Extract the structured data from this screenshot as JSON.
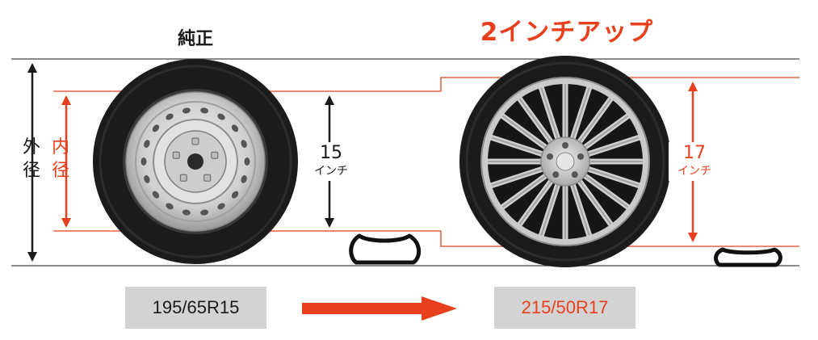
{
  "labels": {
    "standard": "純正",
    "upgrade": "2インチアップ",
    "outer_diameter": [
      "外",
      "径"
    ],
    "inner_diameter": [
      "内",
      "径"
    ]
  },
  "wheel_sizes": {
    "standard": {
      "value": "15",
      "unit": "インチ"
    },
    "upgrade": {
      "value": "17",
      "unit": "インチ"
    }
  },
  "tire_sizes": {
    "standard": "195/65R15",
    "upgrade": "215/50R17"
  },
  "colors": {
    "accent": "#e8401c",
    "text": "#1a1a1a",
    "box": "#d3d3d3",
    "tire": "#1b1b1b",
    "rim": "#d7d7d7"
  }
}
